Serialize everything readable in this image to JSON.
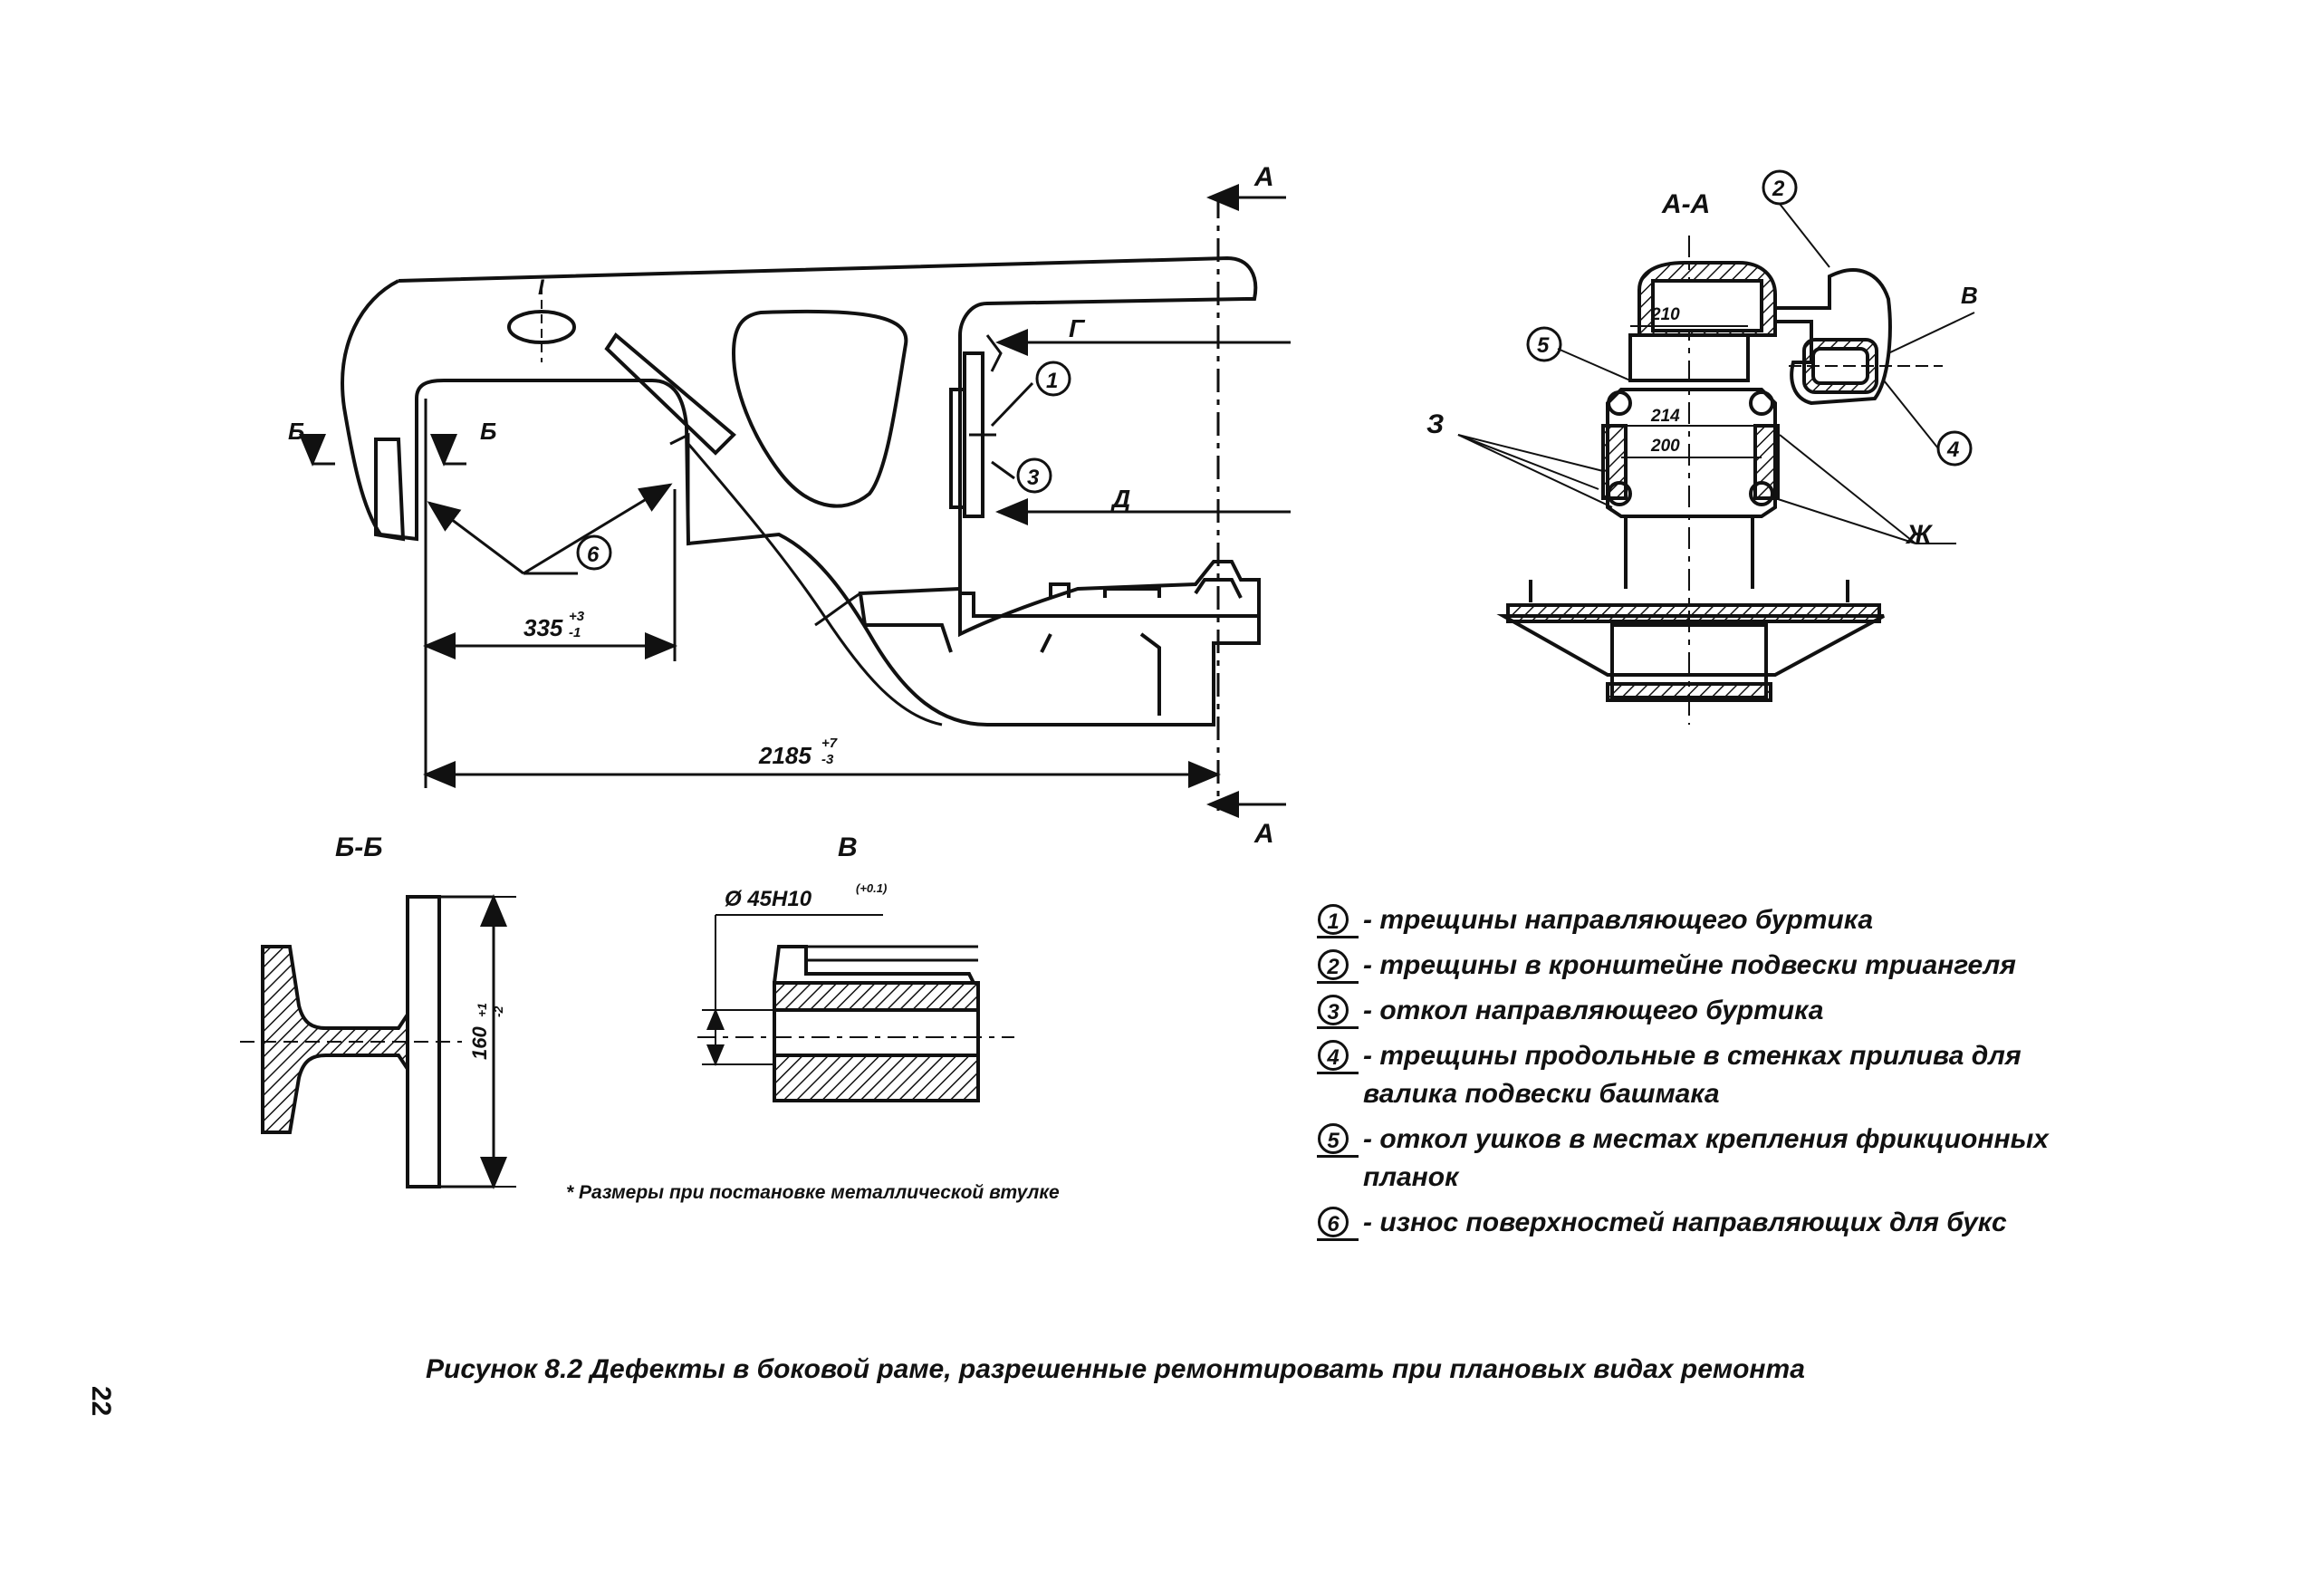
{
  "drawing": {
    "main_view": {
      "section_mark_top": "А",
      "section_mark_bottom": "А",
      "mark_b_left": "Б",
      "mark_b_right": "Б",
      "mark_i": "I",
      "mark_g": "Г",
      "mark_d": "Д",
      "dim_335": "335",
      "dim_335_tol_upper": "+3",
      "dim_335_tol_lower": "-1",
      "dim_2185": "2185",
      "dim_2185_tol_upper": "+7",
      "dim_2185_tol_lower": "-3",
      "callouts": [
        "1",
        "3",
        "6"
      ]
    },
    "section_aa": {
      "title": "А-А",
      "dim_210": "210",
      "dim_214": "214",
      "dim_200": "200",
      "mark_v": "В",
      "mark_3": "З",
      "mark_zh": "Ж",
      "callouts": [
        "2",
        "5",
        "4"
      ]
    },
    "section_bb": {
      "title": "Б-Б",
      "dim_160": "160",
      "dim_160_tol_upper": "+1",
      "dim_160_tol_lower": "-2"
    },
    "view_v": {
      "title": "В",
      "dim_diameter": "Ø  45H10",
      "dim_diameter_tol": "(+0.1)"
    },
    "note": "* Размеры при постановке металлической втулке"
  },
  "legend": [
    {
      "num": "1",
      "text": "- трещины направляющего буртика"
    },
    {
      "num": "2",
      "text": "- трещины в кронштейне подвески триангеля"
    },
    {
      "num": "3",
      "text": "- откол направляющего буртика"
    },
    {
      "num": "4",
      "text": "- трещины продольные в стенках прилива для валика подвески башмака"
    },
    {
      "num": "5",
      "text": "- откол ушков в местах крепления фрикционных планок"
    },
    {
      "num": "6",
      "text": "- износ поверхностей направляющих для букс"
    }
  ],
  "caption": "Рисунок 8.2 Дефекты в боковой раме, разрешенные ремонтировать при плановых видах ремонта",
  "page_number": "22"
}
